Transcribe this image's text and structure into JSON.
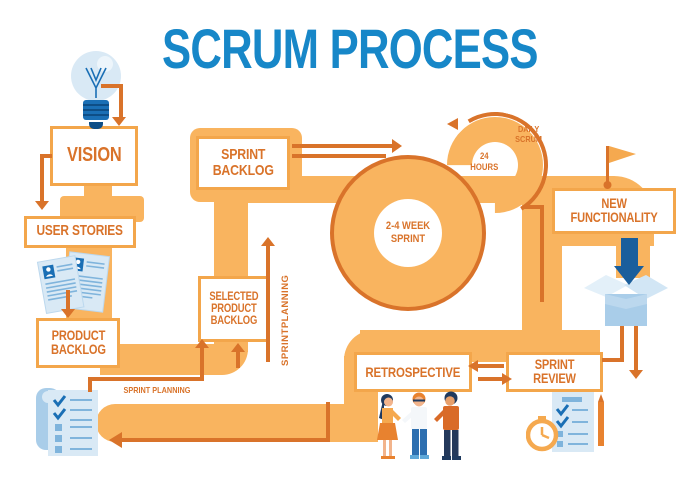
{
  "title": "SCRUM PROCESS",
  "colors": {
    "accent_blue": "#1787C8",
    "band_orange": "#F9B45F",
    "outline_orange": "#F3A64B",
    "dark_orange": "#D9732A",
    "navy_blue": "#1A5E9C",
    "paper_blue": "#D9E9F5"
  },
  "boxes": {
    "vision": "VISION",
    "user_stories": "USER STORIES",
    "product_backlog": "PRODUCT\nBACKLOG",
    "sprint_backlog": "SPRINT\nBACKLOG",
    "selected_product_backlog": "SELECTED\nPRODUCT\nBACKLOG",
    "new_functionality": "NEW\nFUNCTIONALITY",
    "retrospective": "RETROSPECTIVE",
    "sprint_review": "SPRINT REVIEW"
  },
  "labels": {
    "sprint_cycle": "2-4 WEEK\nSPRINT",
    "hours_24": "24\nHOURS",
    "daily_scrum": "DAILY\nSCRUM",
    "sprint_planning_bottom": "SPRINT PLANNING",
    "sprint_planning_vertical": "SPRINTPLANNING"
  },
  "icons": {
    "lightbulb-icon": "idea lightbulb",
    "user-story-cards-icon": "user story cards",
    "backlog-scroll-icon": "backlog checklist scroll",
    "flag-icon": "milestone flag",
    "package-box-icon": "open delivery box",
    "deliver-arrow-icon": "blue release arrow",
    "team-discussion-icon": "three people talking",
    "review-notes-icon": "review checklist with stopwatch and pencil",
    "daily-scrum-loop-icon": "24 hour loop arrow",
    "sprint-cycle-icon": "sprint cycle circle"
  }
}
